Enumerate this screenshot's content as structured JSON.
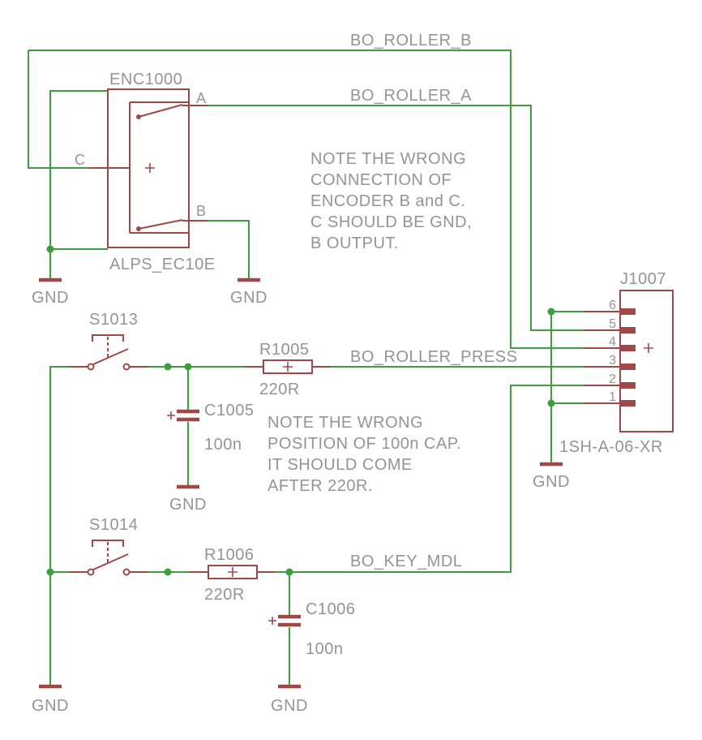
{
  "colors": {
    "wire": "#3d9e3d",
    "symbol": "#a04848",
    "text": "#949494",
    "background": "#ffffff"
  },
  "nets": {
    "roller_b": "BO_ROLLER_B",
    "roller_a": "BO_ROLLER_A",
    "roller_press": "BO_ROLLER_PRESS",
    "key_mdl": "BO_KEY_MDL",
    "gnd": "GND"
  },
  "components": {
    "encoder": {
      "ref": "ENC1000",
      "value": "ALPS_EC10E",
      "pin_a": "A",
      "pin_b": "B",
      "pin_c": "C"
    },
    "s1013": {
      "ref": "S1013"
    },
    "s1014": {
      "ref": "S1014"
    },
    "r1005": {
      "ref": "R1005",
      "value": "220R"
    },
    "r1006": {
      "ref": "R1006",
      "value": "220R"
    },
    "c1005": {
      "ref": "C1005",
      "value": "100n"
    },
    "c1006": {
      "ref": "C1006",
      "value": "100n"
    },
    "j1007": {
      "ref": "J1007",
      "value": "1SH-A-06-XR",
      "pins": [
        "6",
        "5",
        "4",
        "3",
        "2",
        "1"
      ]
    }
  },
  "notes": {
    "encoder_note": {
      "lines": [
        "NOTE THE WRONG",
        "CONNECTION OF",
        "ENCODER B and C.",
        "C SHOULD BE GND,",
        "B OUTPUT."
      ]
    },
    "cap_note": {
      "lines": [
        "NOTE THE WRONG",
        "POSITION OF 100n CAP.",
        "IT SHOULD COME",
        "AFTER 220R."
      ]
    }
  }
}
